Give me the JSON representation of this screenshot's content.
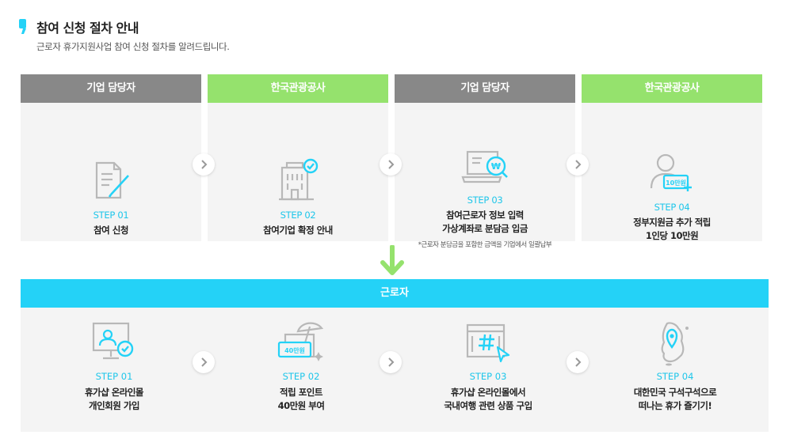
{
  "header": {
    "title": "참여 신청 절차 안내",
    "subtitle": "근로자 휴가지원사업 참여 신청 절차를 알려드립니다.",
    "accent_color": "#24d2f7"
  },
  "stages": [
    {
      "owner": "기업 담당자",
      "step": "STEP 01",
      "lines": [
        "참여 신청"
      ],
      "icon": "document-pen-icon"
    },
    {
      "owner": "한국관광공사",
      "step": "STEP 02",
      "lines": [
        "참여기업 확정 안내"
      ],
      "icon": "building-check-icon"
    },
    {
      "owner": "기업 담당자",
      "step": "STEP 03",
      "lines": [
        "참여근로자 정보 입력",
        "가상계좌로 분담금 입금"
      ],
      "note": "*근로자 분담금을 포함한 금액을 기업에서 일괄납부",
      "icon": "laptop-won-icon"
    },
    {
      "owner": "한국관광공사",
      "step": "STEP 04",
      "lines": [
        "정부지원금 추가 적립",
        "1인당 10만원"
      ],
      "badge": "10만원",
      "icon": "person-badge-icon"
    }
  ],
  "worker": {
    "title": "근로자",
    "steps": [
      {
        "step": "STEP 01",
        "lines": [
          "휴가샵 온라인몰",
          "개인회원 가입"
        ],
        "icon": "monitor-user-check-icon"
      },
      {
        "step": "STEP 02",
        "lines": [
          "적립 포인트",
          "40만원 부여"
        ],
        "badge": "40만원",
        "icon": "card-umbrella-icon"
      },
      {
        "step": "STEP 03",
        "lines": [
          "휴가샵 온라인몰에서",
          "국내여행 관련 상품 구입"
        ],
        "icon": "browser-hashtag-icon"
      },
      {
        "step": "STEP 04",
        "lines": [
          "대한민국 구석구석으로",
          "떠나는 휴가 즐기기!"
        ],
        "icon": "korea-map-pin-icon"
      }
    ]
  },
  "colors": {
    "company_bar": "#888888",
    "kto_bar": "#95e26d",
    "worker_bar": "#24d2f7",
    "step_text": "#1ec6ea",
    "panel_bg": "#f4f4f4"
  }
}
